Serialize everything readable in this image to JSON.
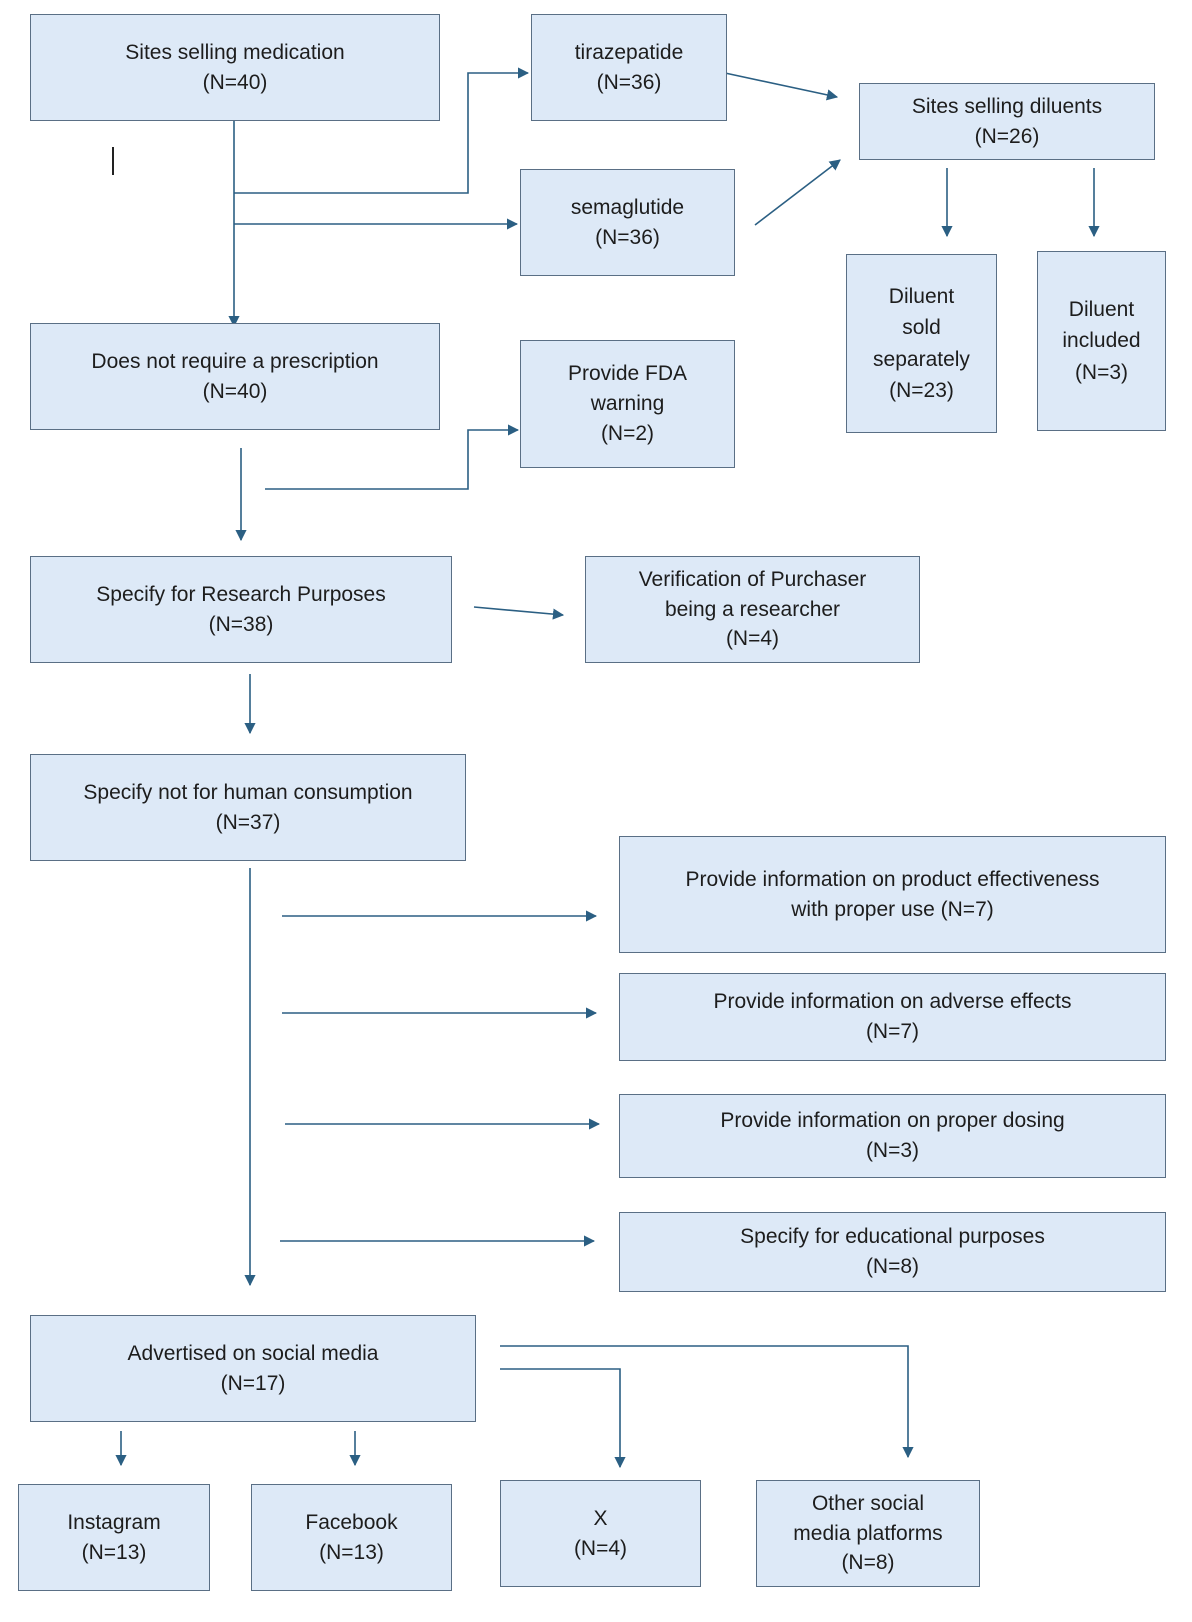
{
  "colors": {
    "box_fill": "#dde9f7",
    "box_border": "#5a6f85",
    "arrow": "#2b5f83"
  },
  "nodes": {
    "sites_selling_medication": {
      "label": "Sites selling medication",
      "count": "(N=40)"
    },
    "tirazepatide": {
      "label": "tirazepatide",
      "count": "(N=36)"
    },
    "semaglutide": {
      "label": "semaglutide",
      "count": "(N=36)"
    },
    "sites_selling_diluents": {
      "label": "Sites selling diluents",
      "count": "(N=26)"
    },
    "diluent_sold_separately": {
      "lines": [
        "Diluent",
        "sold",
        "separately"
      ],
      "count": "(N=23)"
    },
    "diluent_included": {
      "lines": [
        "Diluent",
        "included"
      ],
      "count": "(N=3)"
    },
    "no_prescription": {
      "label": "Does not require a prescription",
      "count": "(N=40)"
    },
    "fda_warning": {
      "lines": [
        "Provide FDA",
        "warning"
      ],
      "count": "(N=2)"
    },
    "research_purposes": {
      "label": "Specify for Research Purposes",
      "count": "(N=38)"
    },
    "verification": {
      "lines": [
        "Verification of Purchaser",
        "being a researcher"
      ],
      "count": "(N=4)"
    },
    "not_human_consumption": {
      "label": "Specify not for human consumption",
      "count": "(N=37)"
    },
    "effectiveness_info": {
      "lines": [
        "Provide information on product effectiveness",
        "with proper use (N=7)"
      ]
    },
    "adverse_effects_info": {
      "label": "Provide information on adverse effects",
      "count": "(N=7)"
    },
    "dosing_info": {
      "label": "Provide information on proper dosing",
      "count": "(N=3)"
    },
    "educational": {
      "label": "Specify for educational purposes",
      "count": "(N=8)"
    },
    "social_media": {
      "label": "Advertised on social media",
      "count": "(N=17)"
    },
    "instagram": {
      "label": "Instagram",
      "count": "(N=13)"
    },
    "facebook": {
      "label": "Facebook",
      "count": "(N=13)"
    },
    "x": {
      "label": "X",
      "count": "(N=4)"
    },
    "other_social": {
      "lines": [
        "Other social",
        "media platforms"
      ],
      "count": "(N=8)"
    }
  }
}
